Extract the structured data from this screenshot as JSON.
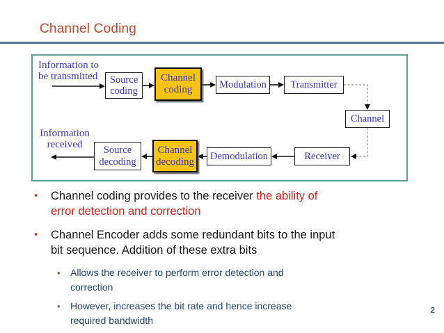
{
  "header": {
    "title": "Channel Coding"
  },
  "page_number": "2",
  "diagram": {
    "input_label": {
      "line1": "Information to",
      "line2": "be transmitted"
    },
    "output_label": {
      "line1": "Information",
      "line2": "received"
    },
    "boxes": {
      "source_coding": {
        "line1": "Source",
        "line2": "coding"
      },
      "channel_coding": {
        "line1": "Channel",
        "line2": "coding"
      },
      "modulation": "Modulation",
      "transmitter": "Transmitter",
      "channel": "Channel",
      "receiver": "Receiver",
      "demodulation": "Demodulation",
      "channel_decoding": {
        "line1": "Channel",
        "line2": "decoding"
      },
      "source_decoding": {
        "line1": "Source",
        "line2": "decoding"
      }
    }
  },
  "bullets": {
    "glyph": "•",
    "item1": {
      "line1_normal": "Channel coding provides to the receiver ",
      "line1_red": "the ability of",
      "line2_red": "error detection and correction"
    },
    "item2": {
      "line1": "Channel Encoder adds some redundant bits to the input",
      "line2": "bit sequence. Addition of these extra bits"
    },
    "sub1": {
      "line1": "Allows the receiver to perform error detection and",
      "line2": "correction"
    },
    "sub2": {
      "line1": "However, increases the bit rate and hence increase",
      "line2": "required bandwidth"
    }
  },
  "colors": {
    "title_text": "#C1472E",
    "title_rule": "#4C7396",
    "frame_border": "#5E9E8E",
    "highlight_box": "#FBC311",
    "diagram_text": "#3A35C2",
    "red_text": "#D32119",
    "body_text": "#1A1A1A",
    "sub_text": "#24466E",
    "bullet_dot": "#C0462E",
    "page_number": "#2C6E9E"
  }
}
